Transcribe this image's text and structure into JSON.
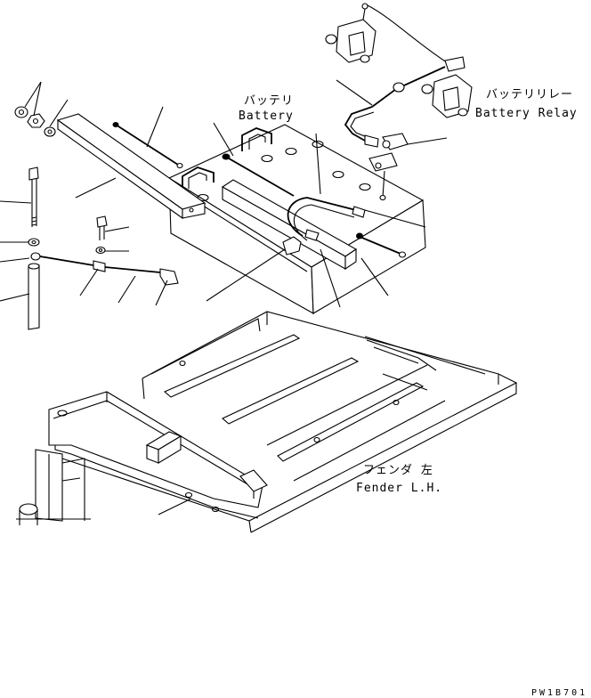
{
  "labels": {
    "battery_jp": "バッテリ",
    "battery_en": "Battery",
    "relay_jp": "バッテリリレー",
    "relay_en": "Battery Relay",
    "fender_jp": "フェンダ 左",
    "fender_en": "Fender L.H."
  },
  "drawing_code": "PW1B701"
}
